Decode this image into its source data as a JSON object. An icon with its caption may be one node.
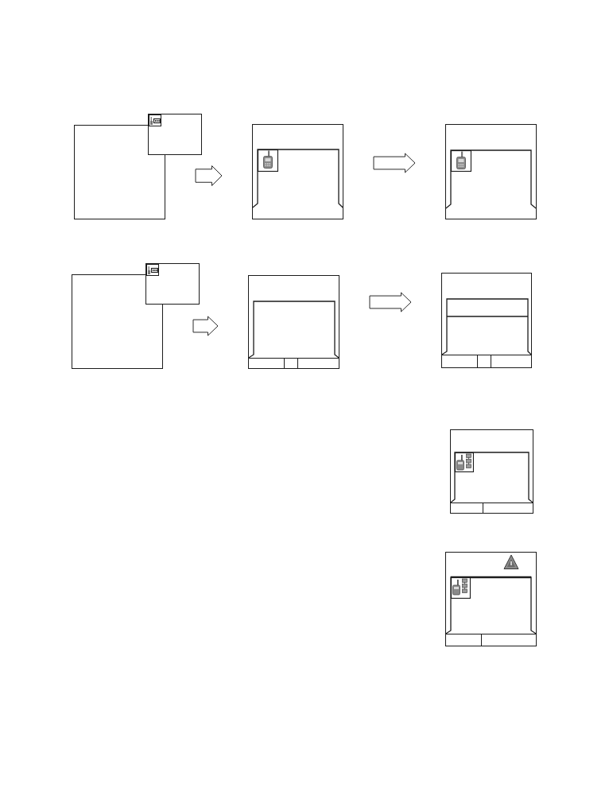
{
  "diagram": {
    "nodes": [
      {
        "text": [],
        "shape": "box"
      },
      {
        "text": [],
        "shape": "box"
      },
      {
        "text": [],
        "shape": "box"
      },
      {
        "text": [],
        "shape": "box"
      },
      {
        "text": [],
        "shape": "box"
      },
      {
        "text": [],
        "shape": "box"
      },
      {
        "text": [],
        "shape": "box"
      },
      {
        "text": [],
        "shape": "box"
      }
    ],
    "edges": [
      {
        "from": 0,
        "to": 1,
        "arrow": "to"
      },
      {
        "from": 1,
        "to": 2,
        "arrow": "to"
      },
      {
        "from": 3,
        "to": 4,
        "arrow": "to"
      },
      {
        "from": 4,
        "to": 5,
        "arrow": "to"
      }
    ]
  }
}
